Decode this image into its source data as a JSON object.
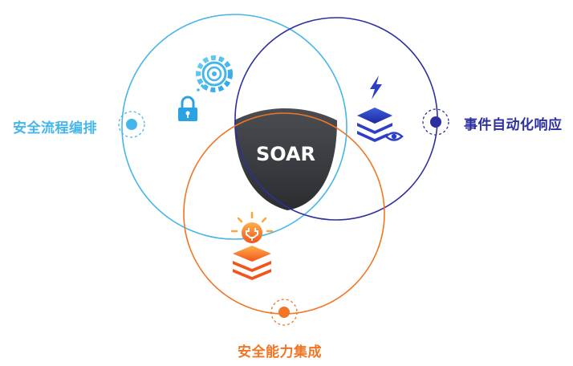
{
  "center": {
    "label": "SOAR"
  },
  "circles": [
    {
      "id": "orchestration",
      "label": "安全流程编排",
      "color": "#45b6ea"
    },
    {
      "id": "response",
      "label": "事件自动化响应",
      "color": "#2d2f9e"
    },
    {
      "id": "integration",
      "label": "安全能力集成",
      "color": "#f27524"
    }
  ],
  "icons": {
    "orchestration": [
      "gear-icon",
      "target-icon",
      "lock-icon"
    ],
    "response": [
      "lightning-icon",
      "layers-icon",
      "eye-icon"
    ],
    "integration": [
      "sun-icon",
      "plugin-icon",
      "layers-icon"
    ]
  },
  "colors": {
    "blue_light": "#45b6ea",
    "blue_dark": "#2d2f9e",
    "orange": "#f27524",
    "center_fill": "#3b3e42"
  }
}
